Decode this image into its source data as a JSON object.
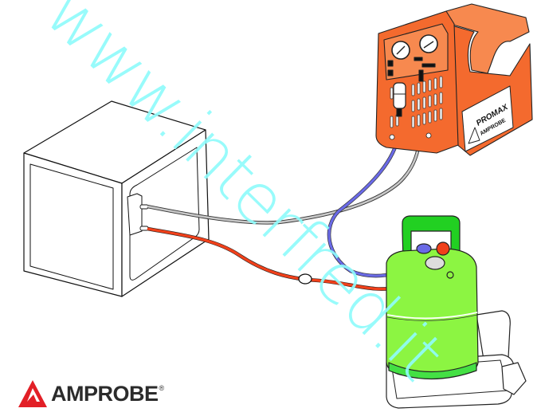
{
  "brand": {
    "logo_text": "AMPROBE",
    "registered_mark": "®",
    "logo_color": "#e21f26"
  },
  "watermark": {
    "text": "www.interfred.it",
    "color": "#8ffbfb"
  },
  "recovery_unit": {
    "label_line1": "PROMAX",
    "label_line2": "AMPROBE",
    "body_color": "#f46a2e"
  },
  "cylinder": {
    "body_color": "#8cf542",
    "handle_color": "#22d022"
  },
  "hoses": {
    "blue": "#6a6ae6",
    "grey": "#c8c8c8",
    "red": "#f0401a"
  }
}
